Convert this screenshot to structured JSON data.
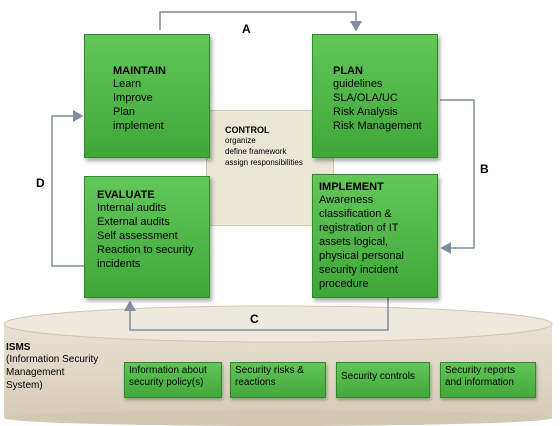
{
  "labels": {
    "a": "A",
    "b": "B",
    "c": "C",
    "d": "D"
  },
  "maintain": {
    "title": "MAINTAIN",
    "lines": [
      "Learn",
      "Improve",
      "Plan",
      "implement"
    ]
  },
  "plan": {
    "title": "PLAN",
    "lines": [
      "guidelines",
      "SLA/OLA/UC",
      "Risk Analysis",
      "Risk Management"
    ]
  },
  "control": {
    "title": "CONTROL",
    "lines": [
      "organize",
      "define framework",
      "assign responsibilities"
    ]
  },
  "evaluate": {
    "title": "EVALUATE",
    "lines": [
      "Internal audits",
      "External audits",
      "Self assessment",
      "Reaction to security",
      "incidents"
    ]
  },
  "implement": {
    "title": "IMPLEMENT",
    "lines": [
      "Awareness",
      "classification &",
      "registration of IT",
      "assets logical,",
      "physical personal",
      "security incident",
      "procedure"
    ]
  },
  "isms": {
    "title": "ISMS",
    "subtitle_lines": [
      "(Information Security",
      "Management",
      "System)"
    ],
    "chips": [
      {
        "lines": [
          "Information about",
          "security policy(s)"
        ]
      },
      {
        "lines": [
          "Security risks &",
          "reactions"
        ]
      },
      {
        "lines": [
          "Security controls"
        ]
      },
      {
        "lines": [
          "Security reports",
          "and information"
        ]
      }
    ]
  },
  "colors": {
    "box_green": "#4fb447",
    "cylinder": "#e3dccb",
    "arrow": "#7f8ea0"
  }
}
